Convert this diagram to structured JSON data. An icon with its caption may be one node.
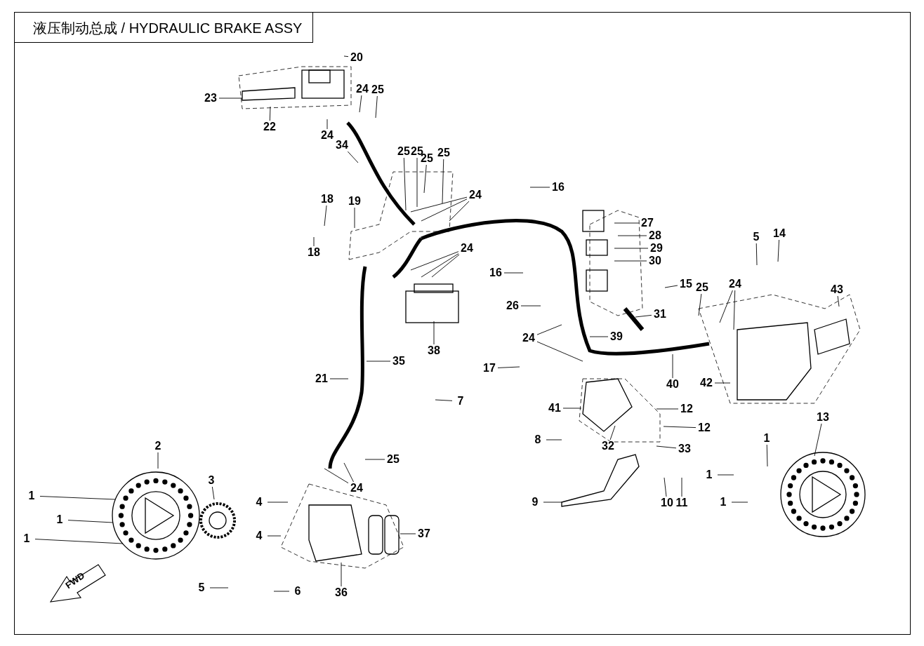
{
  "diagram": {
    "title": "液压制动总成 / HYDRAULIC BRAKE ASSY",
    "nodes": [
      {
        "text": [
          "20"
        ]
      },
      {
        "text": [
          "23"
        ]
      },
      {
        "text": [
          "22"
        ]
      },
      {
        "text": [
          "24"
        ]
      },
      {
        "text": [
          "25"
        ]
      },
      {
        "text": [
          "24"
        ]
      },
      {
        "text": [
          "34"
        ]
      },
      {
        "text": [
          "25"
        ]
      },
      {
        "text": [
          "25"
        ]
      },
      {
        "text": [
          "25"
        ]
      },
      {
        "text": [
          "25"
        ]
      },
      {
        "text": [
          "16"
        ]
      },
      {
        "text": [
          "24"
        ]
      },
      {
        "text": [
          "18"
        ]
      },
      {
        "text": [
          "19"
        ]
      },
      {
        "text": [
          "27"
        ]
      },
      {
        "text": [
          "28"
        ]
      },
      {
        "text": [
          "18"
        ]
      },
      {
        "text": [
          "24"
        ]
      },
      {
        "text": [
          "29"
        ]
      },
      {
        "text": [
          "5"
        ]
      },
      {
        "text": [
          "14"
        ]
      },
      {
        "text": [
          "30"
        ]
      },
      {
        "text": [
          "16"
        ]
      },
      {
        "text": [
          "15"
        ]
      },
      {
        "text": [
          "25"
        ]
      },
      {
        "text": [
          "24"
        ]
      },
      {
        "text": [
          "43"
        ]
      },
      {
        "text": [
          "31"
        ]
      },
      {
        "text": [
          "26"
        ]
      },
      {
        "text": [
          "24"
        ]
      },
      {
        "text": [
          "39"
        ]
      },
      {
        "text": [
          "38"
        ]
      },
      {
        "text": [
          "35"
        ]
      },
      {
        "text": [
          "17"
        ]
      },
      {
        "text": [
          "21"
        ]
      },
      {
        "text": [
          "40"
        ]
      },
      {
        "text": [
          "42"
        ]
      },
      {
        "text": [
          "7"
        ]
      },
      {
        "text": [
          "41"
        ]
      },
      {
        "text": [
          "12"
        ]
      },
      {
        "text": [
          "13"
        ]
      },
      {
        "text": [
          "12"
        ]
      },
      {
        "text": [
          "33"
        ]
      },
      {
        "text": [
          "32"
        ]
      },
      {
        "text": [
          "1"
        ]
      },
      {
        "text": [
          "8"
        ]
      },
      {
        "text": [
          "25"
        ]
      },
      {
        "text": [
          "2"
        ]
      },
      {
        "text": [
          "3"
        ]
      },
      {
        "text": [
          "1"
        ]
      },
      {
        "text": [
          "24"
        ]
      },
      {
        "text": [
          "10"
        ]
      },
      {
        "text": [
          "11"
        ]
      },
      {
        "text": [
          "1"
        ]
      },
      {
        "text": [
          "9"
        ]
      },
      {
        "text": [
          "1"
        ]
      },
      {
        "text": [
          "4"
        ]
      },
      {
        "text": [
          "1"
        ]
      },
      {
        "text": [
          "1"
        ]
      },
      {
        "text": [
          "4"
        ]
      },
      {
        "text": [
          "37"
        ]
      },
      {
        "text": [
          "5"
        ]
      },
      {
        "text": [
          "6"
        ]
      },
      {
        "text": [
          "36"
        ]
      }
    ],
    "edges": [
      {
        "from": 0,
        "to": null,
        "arrow": "none"
      },
      {
        "from": 1,
        "to": null,
        "arrow": "none"
      },
      {
        "from": 2,
        "to": null,
        "arrow": "none"
      },
      {
        "from": 3,
        "to": null,
        "arrow": "none"
      },
      {
        "from": 4,
        "to": null,
        "arrow": "none"
      },
      {
        "from": 5,
        "to": null,
        "arrow": "none"
      },
      {
        "from": 6,
        "to": null,
        "arrow": "none"
      },
      {
        "from": 7,
        "to": null,
        "arrow": "none"
      },
      {
        "from": 8,
        "to": null,
        "arrow": "none"
      },
      {
        "from": 9,
        "to": null,
        "arrow": "none"
      },
      {
        "from": 10,
        "to": null,
        "arrow": "none"
      },
      {
        "from": 11,
        "to": null,
        "arrow": "none"
      },
      {
        "from": 12,
        "to": null,
        "arrow": "none"
      },
      {
        "from": 12,
        "to": null,
        "arrow": "none"
      },
      {
        "from": 12,
        "to": null,
        "arrow": "none"
      },
      {
        "from": 13,
        "to": null,
        "arrow": "none"
      },
      {
        "from": 14,
        "to": null,
        "arrow": "none"
      },
      {
        "from": 15,
        "to": null,
        "arrow": "none"
      },
      {
        "from": 16,
        "to": null,
        "arrow": "none"
      },
      {
        "from": 17,
        "to": null,
        "arrow": "none"
      },
      {
        "from": 18,
        "to": null,
        "arrow": "none"
      },
      {
        "from": 18,
        "to": null,
        "arrow": "none"
      },
      {
        "from": 18,
        "to": null,
        "arrow": "none"
      },
      {
        "from": 19,
        "to": null,
        "arrow": "none"
      },
      {
        "from": 20,
        "to": null,
        "arrow": "none"
      },
      {
        "from": 21,
        "to": null,
        "arrow": "none"
      },
      {
        "from": 22,
        "to": null,
        "arrow": "none"
      },
      {
        "from": 23,
        "to": null,
        "arrow": "none"
      },
      {
        "from": 24,
        "to": null,
        "arrow": "none"
      },
      {
        "from": 25,
        "to": null,
        "arrow": "none"
      },
      {
        "from": 26,
        "to": null,
        "arrow": "none"
      },
      {
        "from": 26,
        "to": null,
        "arrow": "none"
      },
      {
        "from": 27,
        "to": null,
        "arrow": "none"
      },
      {
        "from": 28,
        "to": null,
        "arrow": "none"
      },
      {
        "from": 29,
        "to": null,
        "arrow": "none"
      },
      {
        "from": 30,
        "to": null,
        "arrow": "none"
      },
      {
        "from": 30,
        "to": null,
        "arrow": "none"
      },
      {
        "from": 31,
        "to": null,
        "arrow": "none"
      },
      {
        "from": 32,
        "to": null,
        "arrow": "none"
      },
      {
        "from": 33,
        "to": null,
        "arrow": "none"
      },
      {
        "from": 34,
        "to": null,
        "arrow": "none"
      },
      {
        "from": 35,
        "to": null,
        "arrow": "none"
      },
      {
        "from": 36,
        "to": null,
        "arrow": "none"
      },
      {
        "from": 37,
        "to": null,
        "arrow": "none"
      },
      {
        "from": 38,
        "to": null,
        "arrow": "none"
      },
      {
        "from": 39,
        "to": null,
        "arrow": "none"
      },
      {
        "from": 40,
        "to": null,
        "arrow": "none"
      },
      {
        "from": 41,
        "to": null,
        "arrow": "none"
      },
      {
        "from": 42,
        "to": null,
        "arrow": "none"
      },
      {
        "from": 43,
        "to": null,
        "arrow": "none"
      },
      {
        "from": 44,
        "to": null,
        "arrow": "none"
      },
      {
        "from": 45,
        "to": null,
        "arrow": "none"
      },
      {
        "from": 46,
        "to": null,
        "arrow": "none"
      },
      {
        "from": 47,
        "to": null,
        "arrow": "none"
      },
      {
        "from": 48,
        "to": null,
        "arrow": "none"
      },
      {
        "from": 49,
        "to": null,
        "arrow": "none"
      },
      {
        "from": 50,
        "to": null,
        "arrow": "none"
      },
      {
        "from": 51,
        "to": null,
        "arrow": "none"
      },
      {
        "from": 51,
        "to": null,
        "arrow": "none"
      },
      {
        "from": 52,
        "to": null,
        "arrow": "none"
      },
      {
        "from": 53,
        "to": null,
        "arrow": "none"
      },
      {
        "from": 54,
        "to": null,
        "arrow": "none"
      },
      {
        "from": 55,
        "to": null,
        "arrow": "none"
      },
      {
        "from": 56,
        "to": null,
        "arrow": "none"
      },
      {
        "from": 57,
        "to": null,
        "arrow": "none"
      },
      {
        "from": 58,
        "to": null,
        "arrow": "none"
      },
      {
        "from": 59,
        "to": null,
        "arrow": "none"
      },
      {
        "from": 60,
        "to": null,
        "arrow": "none"
      },
      {
        "from": 61,
        "to": null,
        "arrow": "none"
      },
      {
        "from": 62,
        "to": null,
        "arrow": "none"
      },
      {
        "from": 63,
        "to": null,
        "arrow": "none"
      },
      {
        "from": 64,
        "to": null,
        "arrow": "none"
      }
    ],
    "labels": [
      "FWD"
    ]
  }
}
